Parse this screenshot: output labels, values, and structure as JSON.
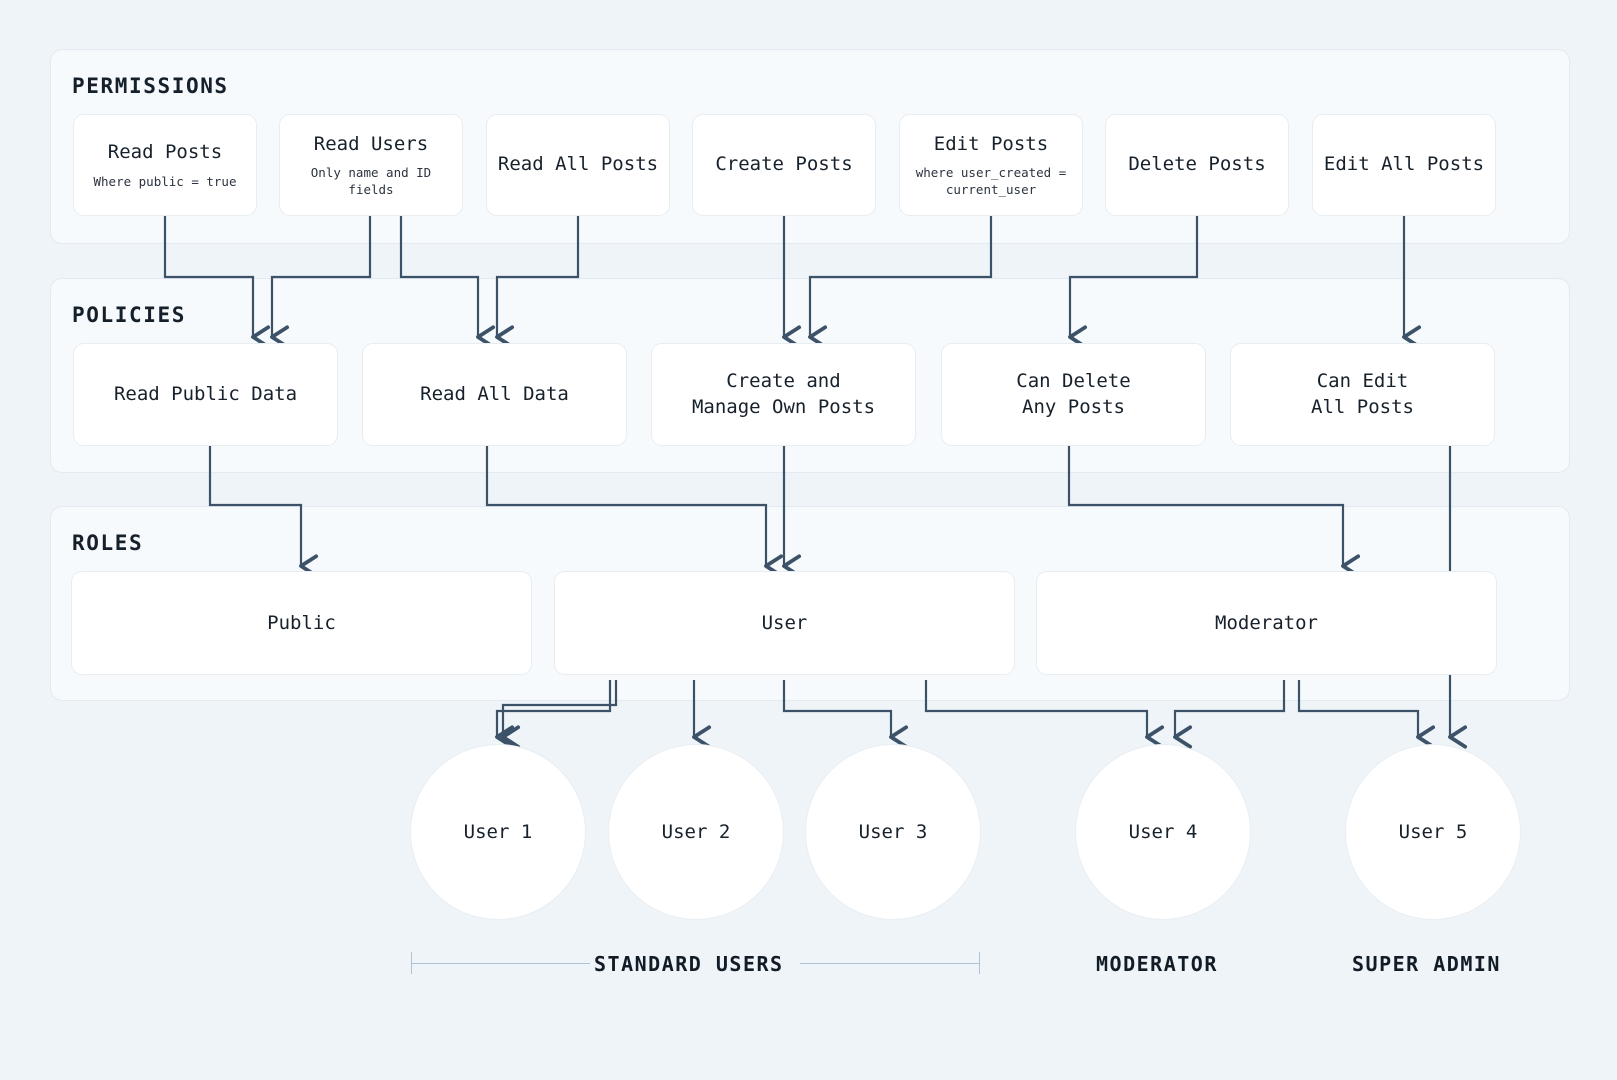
{
  "colors": {
    "page_background": "#eef4f8",
    "panel_background": "#f7fafc",
    "card_background": "#ffffff",
    "connector": "#3c5268",
    "bracket": "#aec4d6",
    "text": "#17212b"
  },
  "sections": {
    "permissions": {
      "title": "PERMISSIONS"
    },
    "policies": {
      "title": "POLICIES"
    },
    "roles": {
      "title": "ROLES"
    }
  },
  "permissions": [
    {
      "title": "Read Posts",
      "subtitle": "Where public = true"
    },
    {
      "title": "Read Users",
      "subtitle": "Only name and ID fields"
    },
    {
      "title": "Read All Posts",
      "subtitle": ""
    },
    {
      "title": "Create Posts",
      "subtitle": ""
    },
    {
      "title": "Edit Posts",
      "subtitle": "where user_created =\ncurrent_user"
    },
    {
      "title": "Delete Posts",
      "subtitle": ""
    },
    {
      "title": "Edit All Posts",
      "subtitle": ""
    }
  ],
  "policies": [
    {
      "title": "Read Public Data"
    },
    {
      "title": "Read All Data"
    },
    {
      "title": "Create and\nManage Own Posts"
    },
    {
      "title": "Can Delete\nAny Posts"
    },
    {
      "title": "Can Edit\nAll Posts"
    }
  ],
  "roles": [
    {
      "label": "Public"
    },
    {
      "label": "User"
    },
    {
      "label": "Moderator"
    }
  ],
  "users": [
    {
      "label": "User 1"
    },
    {
      "label": "User 2"
    },
    {
      "label": "User 3"
    },
    {
      "label": "User 4"
    },
    {
      "label": "User 5"
    }
  ],
  "groups": [
    {
      "label": "STANDARD USERS"
    },
    {
      "label": "MODERATOR"
    },
    {
      "label": "SUPER ADMIN"
    }
  ],
  "edges": {
    "permissions_to_policies": [
      {
        "from": "Read Posts",
        "to": "Read Public Data"
      },
      {
        "from": "Read Users",
        "to": "Read Public Data"
      },
      {
        "from": "Read Users",
        "to": "Read All Data"
      },
      {
        "from": "Read All Posts",
        "to": "Read All Data"
      },
      {
        "from": "Create Posts",
        "to": "Create and Manage Own Posts"
      },
      {
        "from": "Edit Posts",
        "to": "Create and Manage Own Posts"
      },
      {
        "from": "Delete Posts",
        "to": "Can Delete Any Posts"
      },
      {
        "from": "Edit All Posts",
        "to": "Can Edit All Posts"
      }
    ],
    "policies_to_roles": [
      {
        "from": "Read Public Data",
        "to": "Public"
      },
      {
        "from": "Read All Data",
        "to": "User"
      },
      {
        "from": "Create and Manage Own Posts",
        "to": "User"
      },
      {
        "from": "Can Delete Any Posts",
        "to": "Moderator"
      }
    ],
    "policies_to_users": [
      {
        "from": "Can Edit All Posts",
        "to": "User 5"
      }
    ],
    "roles_to_users": [
      {
        "from": "Public",
        "to": "User 1"
      },
      {
        "from": "Public",
        "to": "User 2"
      },
      {
        "from": "Public",
        "to": "User 3"
      },
      {
        "from": "User",
        "to": "User 1"
      },
      {
        "from": "User",
        "to": "User 2"
      },
      {
        "from": "User",
        "to": "User 3"
      },
      {
        "from": "User",
        "to": "User 4"
      },
      {
        "from": "Moderator",
        "to": "User 4"
      },
      {
        "from": "Moderator",
        "to": "User 5"
      }
    ]
  }
}
